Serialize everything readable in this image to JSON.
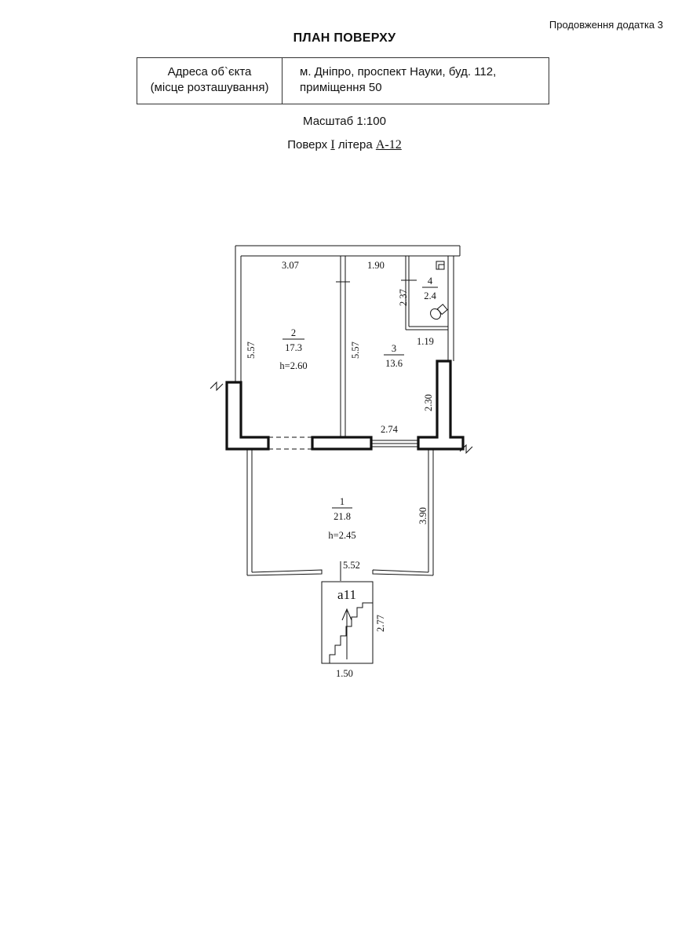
{
  "header": {
    "appendix_note": "Продовження додатка 3",
    "title": "ПЛАН ПОВЕРХУ"
  },
  "address_table": {
    "label_line1": "Адреса об`єкта",
    "label_line2": "(місце розташування)",
    "value_line1": "м. Дніпро, проспект Науки, буд. 112,",
    "value_line2": "приміщення 50"
  },
  "scale": "Масштаб 1:100",
  "floor": {
    "prefix": "Поверх",
    "number": "I",
    "middle": "літера",
    "letter": "А-12"
  },
  "rooms": [
    {
      "number": "1",
      "area": "21.8",
      "height": "h=2.45"
    },
    {
      "number": "2",
      "area": "17.3",
      "height": "h=2.60"
    },
    {
      "number": "3",
      "area": "13.6"
    },
    {
      "number": "4",
      "area": "2.4"
    }
  ],
  "dimensions": {
    "room2_width": "3.07",
    "room3_width": "1.90",
    "room2_left_height": "5.57",
    "room2_right_height": "5.57",
    "room4_height": "2.37",
    "room4_width": "1.19",
    "wall_right": "2.30",
    "opening_width": "2.74",
    "room1_height": "3.90",
    "room1_width": "5.52",
    "stair_height": "2.77",
    "stair_width": "1.50"
  },
  "stair_label": "а11"
}
